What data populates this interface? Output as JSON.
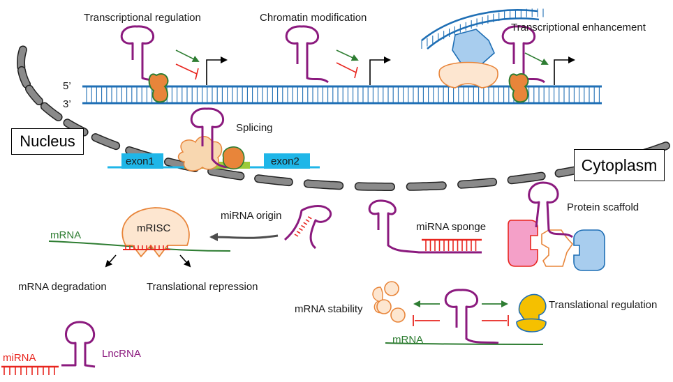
{
  "labels": {
    "transcriptional_regulation": "Transcriptional regulation",
    "chromatin_modification": "Chromatin modification",
    "transcriptional_enhancement": "Transcriptional enhancement",
    "five_prime": "5’",
    "three_prime": "3’",
    "splicing": "Splicing",
    "exon1": "exon1",
    "exon2": "exon2",
    "nucleus": "Nucleus",
    "cytoplasm": "Cytoplasm",
    "mirna_origin": "miRNA origin",
    "mrisc": "mRISC",
    "mrna_left": "mRNA",
    "mrna_degradation": "mRNA degradation",
    "translational_repression": "Translational repression",
    "mirna_sponge": "miRNA sponge",
    "protein_scaffold": "Protein scaffold",
    "mrna_stability": "mRNA stability",
    "translational_regulation": "Translational regulation",
    "mrna_bottom": "mRNA",
    "mirna_legend": "miRNA",
    "lncrna_legend": "LncRNA"
  },
  "colors": {
    "lncrna": "#8b1a7e",
    "mirna": "#e8251e",
    "mrna": "#2e7d32",
    "dna": "#1f6fb5",
    "dna_light": "#d8e8f6",
    "protein_orange": "#e8853a",
    "protein_light": "#f8d7b0",
    "exon": "#1fb6e8",
    "splice_green": "#9ccb3b",
    "membrane": "#4d4d4d",
    "scaffold_pink": "#f4a0c8",
    "scaffold_blue": "#a8cdee",
    "ribosome_yellow": "#f5c000"
  }
}
